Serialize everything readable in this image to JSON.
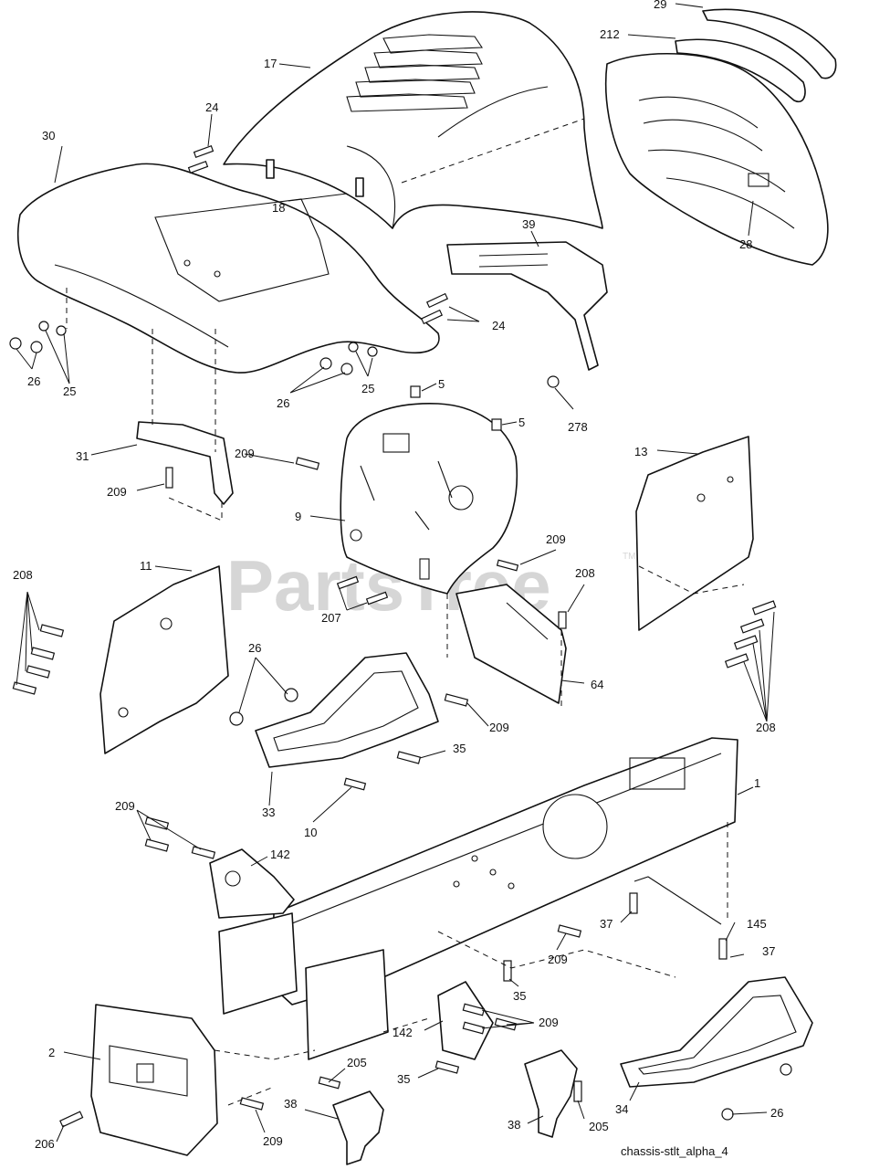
{
  "diagram": {
    "watermark": "PartsTree",
    "watermark_tm": "TM",
    "caption": "chassis-stlt_alpha_4",
    "labels": {
      "p29": "29",
      "p212": "212",
      "p17": "17",
      "p24a": "24",
      "p30": "30",
      "p18": "18",
      "p28": "28",
      "p39": "39",
      "p24b": "24",
      "p26a": "26",
      "p25a": "25",
      "p26b": "26",
      "p25b": "25",
      "p5a": "5",
      "p5b": "5",
      "p278": "278",
      "p31": "31",
      "p209a": "209",
      "p209b": "209",
      "p13": "13",
      "p9": "9",
      "p209c": "209",
      "p208a": "208",
      "p11": "11",
      "p208b": "208",
      "p207": "207",
      "p64": "64",
      "p26c": "26",
      "p209d": "209",
      "p208c": "208",
      "p35a": "35",
      "p33": "33",
      "p10": "10",
      "p1": "1",
      "p209e": "209",
      "p142a": "142",
      "p37a": "37",
      "p145": "145",
      "p37b": "37",
      "p209f": "209",
      "p35b": "35",
      "p209g": "209",
      "p142b": "142",
      "p2": "2",
      "p205a": "205",
      "p35c": "35",
      "p38a": "38",
      "p205b": "205",
      "p38b": "38",
      "p34": "34",
      "p26d": "26",
      "p206": "206",
      "p209h": "209"
    }
  }
}
